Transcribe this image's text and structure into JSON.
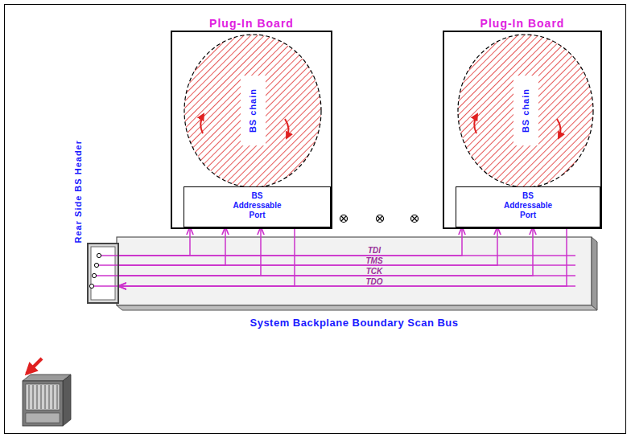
{
  "diagram": {
    "nodes": [
      {
        "text": [
          "Plug-In Board"
        ]
      },
      {
        "text": [
          "BS chain"
        ],
        "in": 0
      },
      {
        "text": [
          "BS Addressable Port"
        ],
        "in": 0
      },
      {
        "text": [
          "Plug-In Board"
        ]
      },
      {
        "text": [
          "BS chain"
        ],
        "in": 3
      },
      {
        "text": [
          "BS Addressable Port"
        ],
        "in": 3
      },
      {
        "text": [
          "System Backplane Boundary Scan Bus"
        ]
      },
      {
        "text": [
          "Rear Side BS Header"
        ]
      }
    ],
    "edges": [
      {
        "from": 7,
        "to": 2,
        "arrow": "to"
      },
      {
        "from": 7,
        "to": 2,
        "arrow": "to"
      },
      {
        "from": 7,
        "to": 2,
        "arrow": "to"
      },
      {
        "from": 2,
        "to": 7,
        "arrow": "to"
      },
      {
        "from": 7,
        "to": 5,
        "arrow": "to"
      },
      {
        "from": 7,
        "to": 5,
        "arrow": "to"
      },
      {
        "from": 7,
        "to": 5,
        "arrow": "to"
      },
      {
        "from": 5,
        "to": 7,
        "arrow": "to"
      }
    ],
    "labels": [
      "TDI",
      "TMS",
      "TCK",
      "TDO"
    ]
  }
}
